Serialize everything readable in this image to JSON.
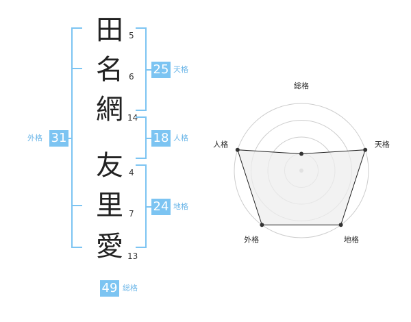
{
  "name": {
    "chars": [
      {
        "char": "田",
        "strokes": "5"
      },
      {
        "char": "名",
        "strokes": "6"
      },
      {
        "char": "網",
        "strokes": "14"
      },
      {
        "char": "友",
        "strokes": "4"
      },
      {
        "char": "里",
        "strokes": "7"
      },
      {
        "char": "愛",
        "strokes": "13"
      }
    ]
  },
  "kakusu": {
    "tenkaku": {
      "value": "25",
      "label": "天格"
    },
    "jinkaku": {
      "value": "18",
      "label": "人格"
    },
    "chikaku": {
      "value": "24",
      "label": "地格"
    },
    "gaikaku": {
      "value": "31",
      "label": "外格"
    },
    "soukaku": {
      "value": "49",
      "label": "総格"
    }
  },
  "chart_data": {
    "type": "radar",
    "axes": [
      "総格",
      "天格",
      "地格",
      "外格",
      "人格"
    ],
    "values": [
      0.25,
      1.0,
      1.0,
      1.0,
      1.0
    ],
    "rings": 4,
    "colors": {
      "fill": "#eeeeee",
      "stroke": "#222222",
      "ring": "#cccccc",
      "center": "#bbbbbb"
    }
  },
  "colors": {
    "accent": "#7cc4f2"
  }
}
